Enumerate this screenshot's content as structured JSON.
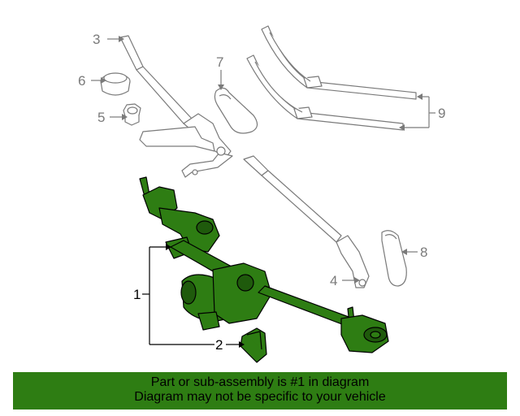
{
  "callouts": {
    "c1": "1",
    "c2": "2",
    "c3": "3",
    "c4": "4",
    "c5": "5",
    "c6": "6",
    "c7": "7",
    "c8": "8",
    "c9": "9"
  },
  "banner": {
    "line1": "Part or sub-assembly is #1 in diagram",
    "line2": "Diagram may not be specific to your vehicle"
  },
  "colors": {
    "highlight": "#2e7d13",
    "outline": "#7a7a7a",
    "line": "#000000"
  }
}
